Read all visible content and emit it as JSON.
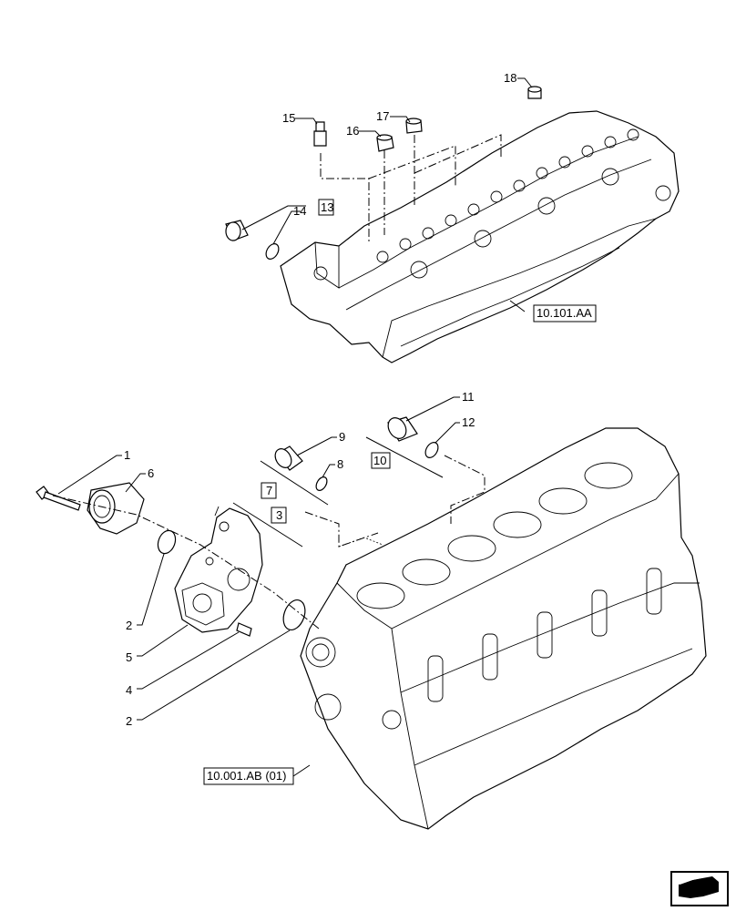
{
  "callouts": {
    "c1": "1",
    "c2a": "2",
    "c2b": "2",
    "c3": "3",
    "c4": "4",
    "c5": "5",
    "c6": "6",
    "c7": "7",
    "c8": "8",
    "c9": "9",
    "c10": "10",
    "c11": "11",
    "c12": "12",
    "c13": "13",
    "c14": "14",
    "c15": "15",
    "c16": "16",
    "c17": "17",
    "c18": "18"
  },
  "references": {
    "cylinder_head": "10.101.AA",
    "engine_block": "10.001.AB (01)"
  },
  "icons": {
    "navigation": "next-page-arrow-icon"
  }
}
